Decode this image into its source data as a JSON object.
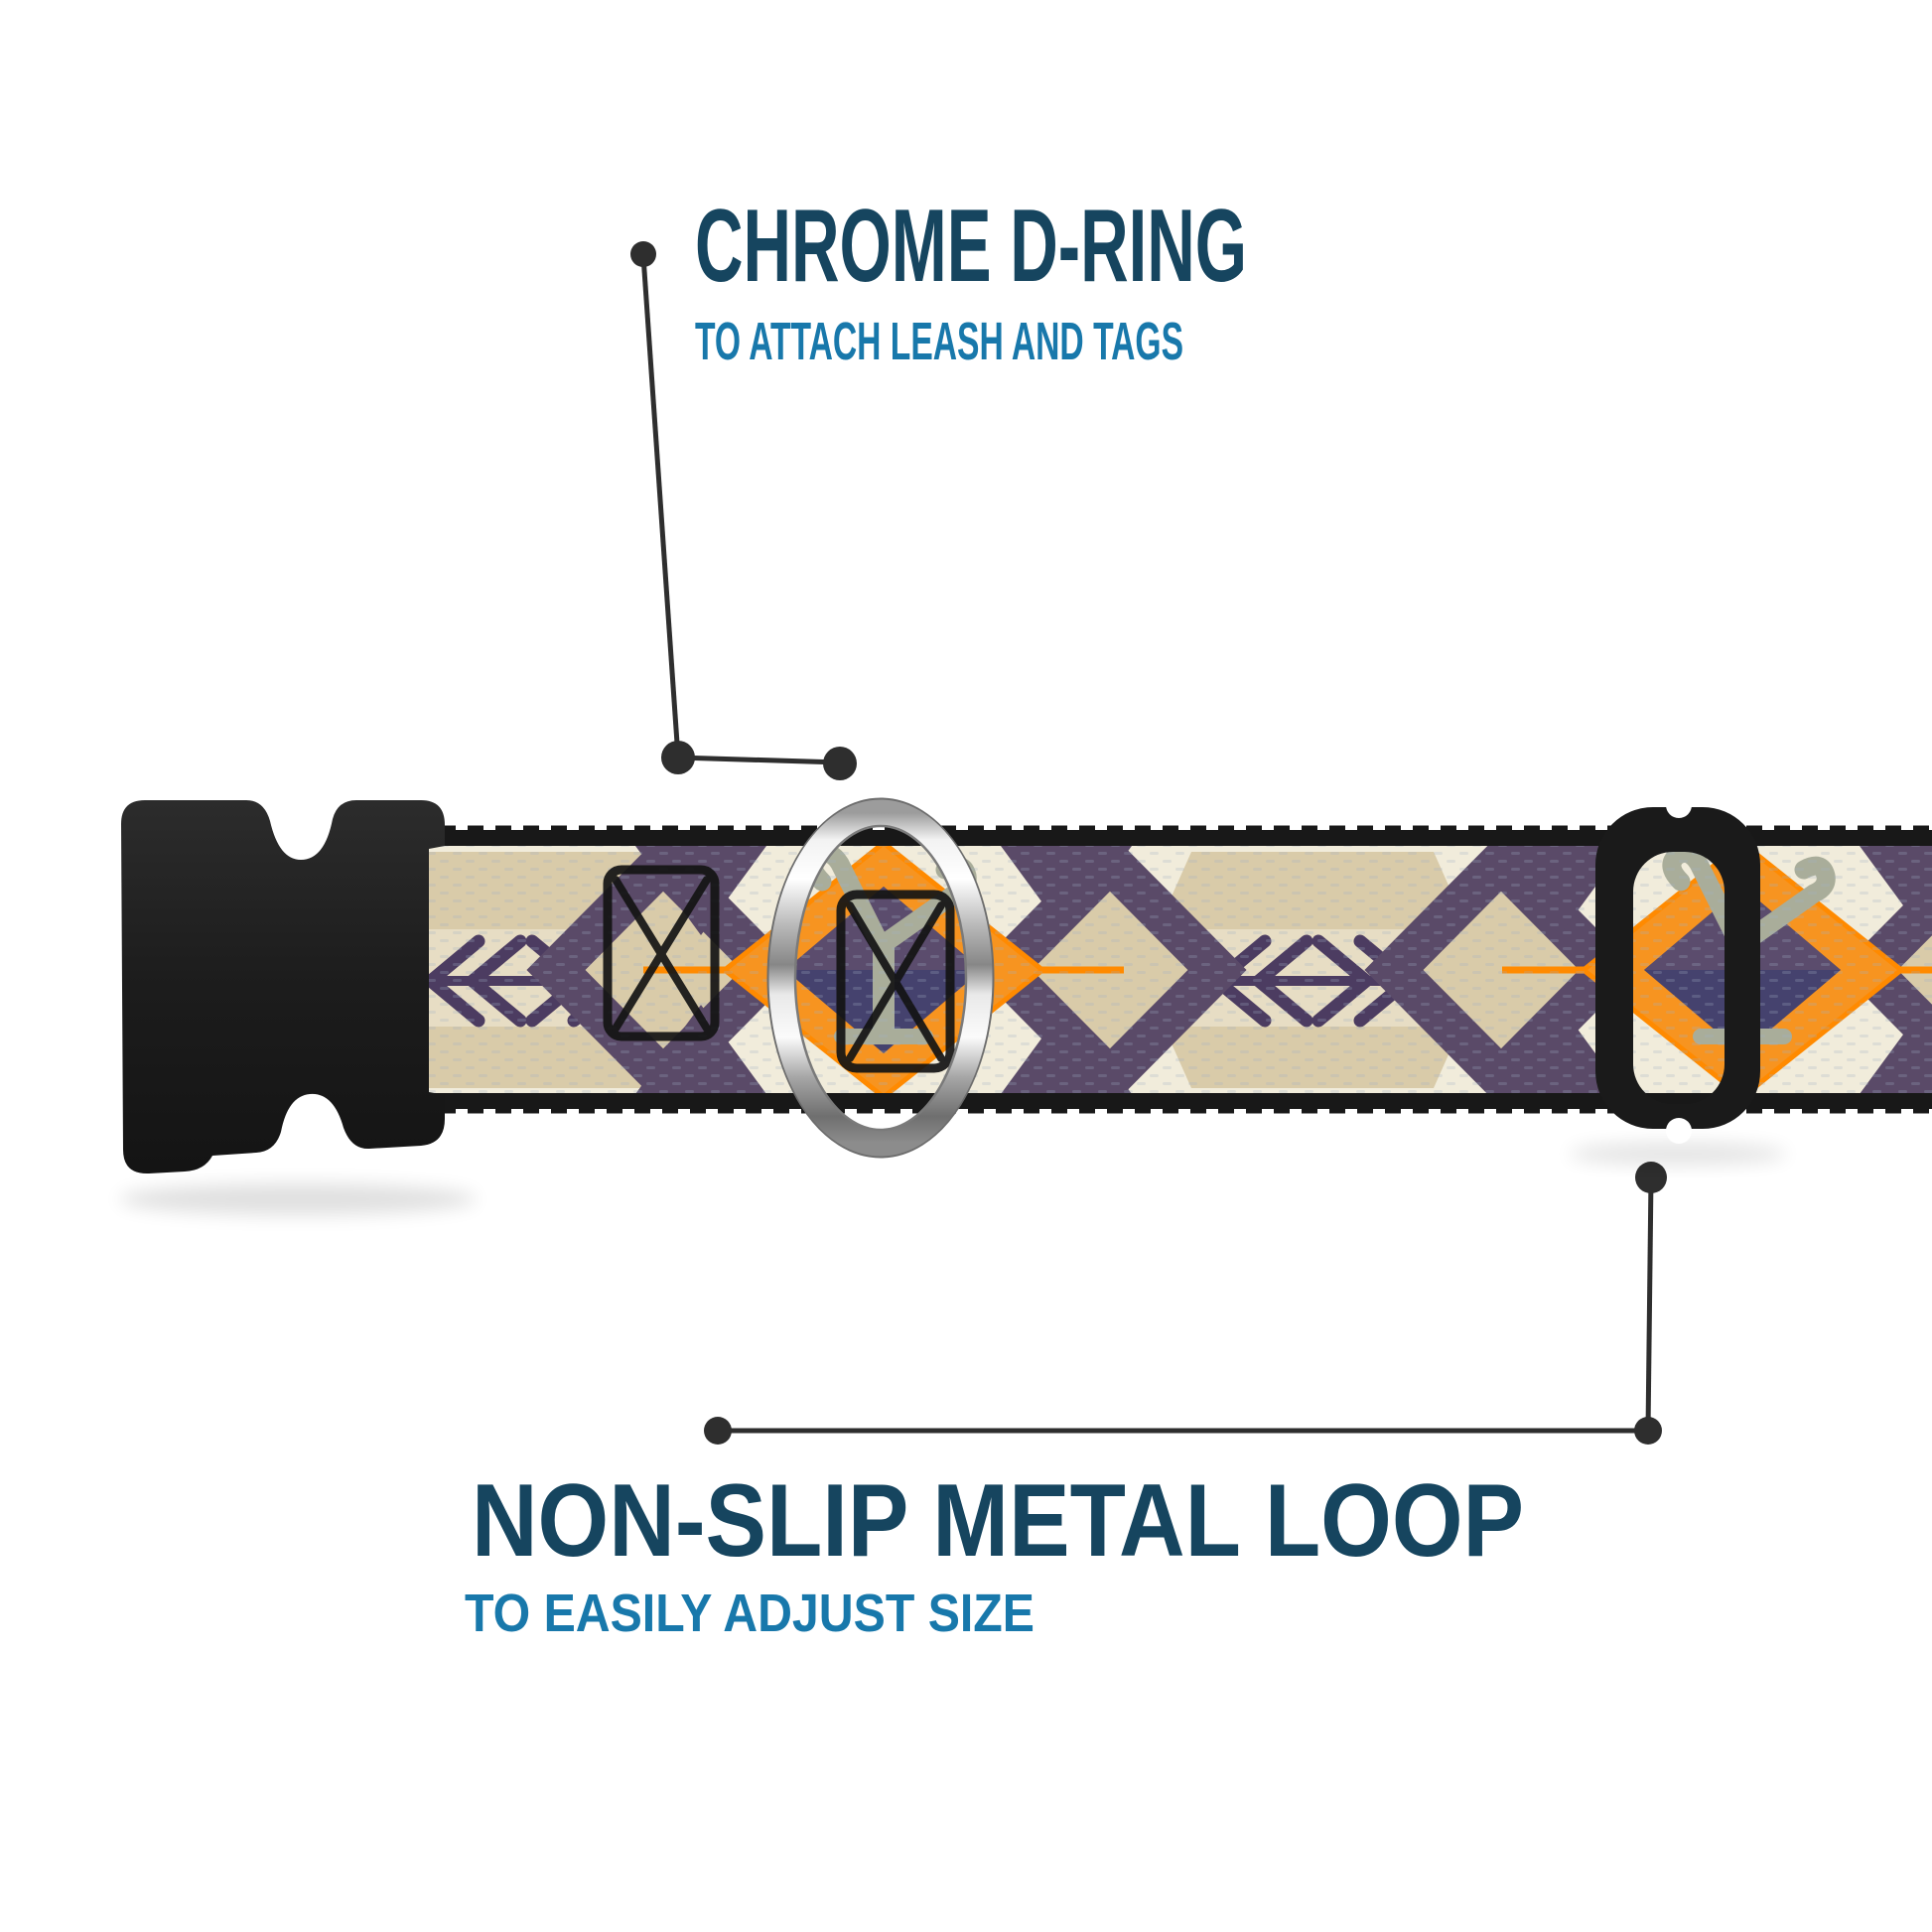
{
  "callouts": {
    "top": {
      "title": "CHROME D-RING",
      "subtitle": "TO ATTACH LEASH AND TAGS"
    },
    "bottom": {
      "title": "NON-SLIP METAL LOOP",
      "subtitle": "TO EASILY ADJUST SIZE"
    }
  },
  "colors": {
    "title_navy": "#16455f",
    "subtitle_blue": "#1878ab",
    "leader_line": "#2e2e2e",
    "webbing_cream": "#f1ecdb",
    "webbing_tan": "#d9cba9",
    "webbing_tan_light": "#e7ddc4",
    "pattern_purple": "#5a4a68",
    "arrow_purple": "#4c3c61",
    "diamond_orange": "#f79420",
    "diamond_orange_border": "#ff8a00",
    "inner_navy_diamond": "#45426e",
    "logo_sage": "#a9ad9a",
    "hardware_black": "#1d1d1d",
    "chrome_silver": "#c9c9c9",
    "stitch_black": "#141414"
  },
  "parts": {
    "buckle": "black-side-release-buckle",
    "d_ring": "chrome-d-ring",
    "slider": "black-metal-tri-glide-loop",
    "webbing": "aztec-pattern-collar-webbing",
    "logo": "yellowstone-y-brand-logo"
  }
}
